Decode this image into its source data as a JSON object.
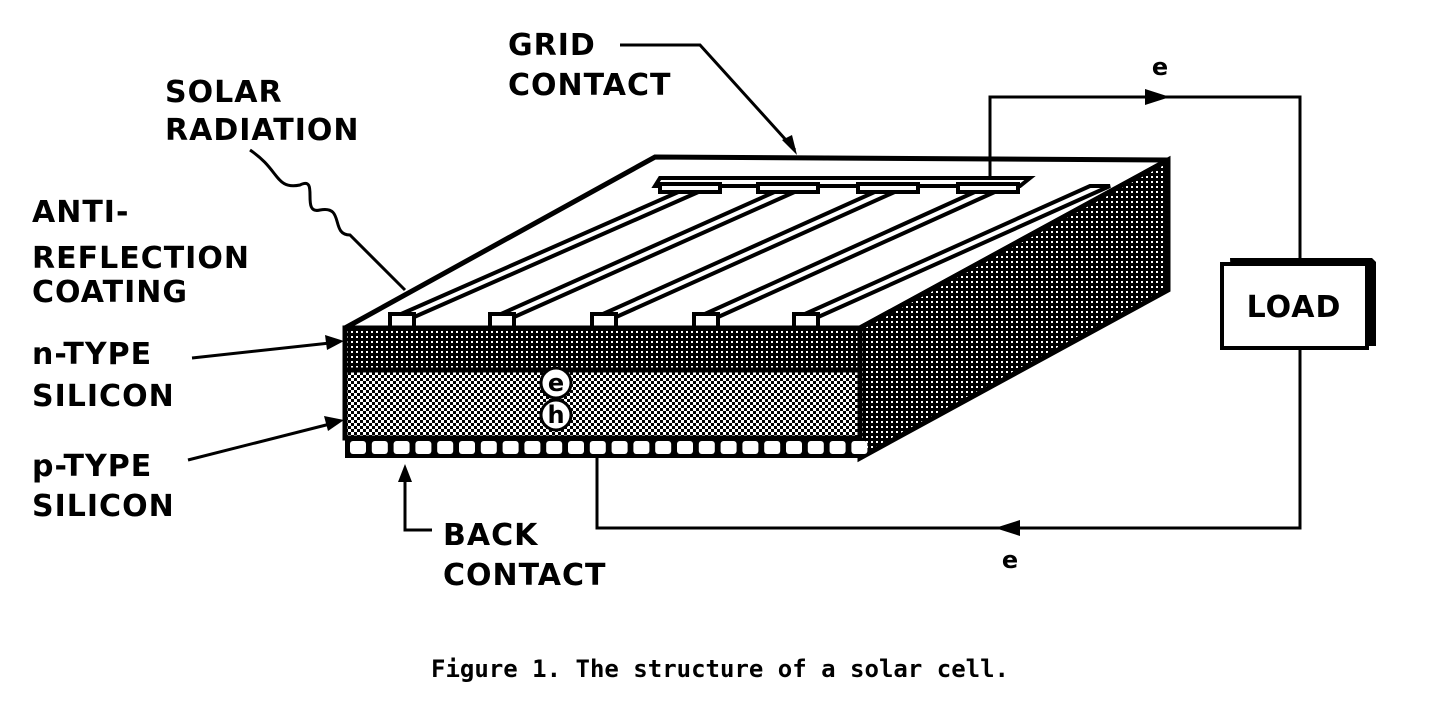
{
  "labels": {
    "grid_contact": [
      "GRID",
      "CONTACT"
    ],
    "solar_radiation": [
      "SOLAR",
      "RADIATION"
    ],
    "anti_reflection": [
      "ANTI-",
      "REFLECTION",
      "COATING"
    ],
    "n_type": [
      "n-TYPE",
      "SILICON"
    ],
    "p_type": [
      "p-TYPE",
      "SILICON"
    ],
    "back_contact": [
      "BACK",
      "CONTACT"
    ],
    "load": "LOAD",
    "electron_top": "e",
    "electron_bottom": "e",
    "electron_symbol": "e",
    "hole_symbol": "h"
  },
  "caption": "Figure 1.  The structure of a solar cell."
}
